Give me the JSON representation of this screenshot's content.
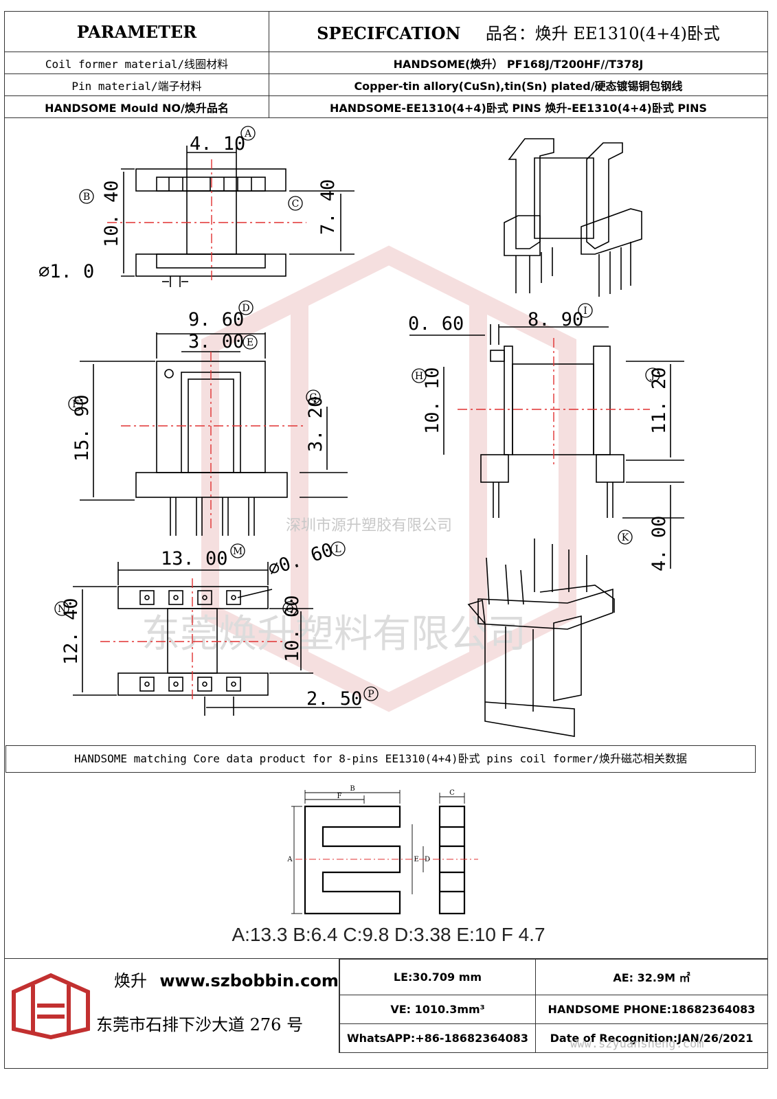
{
  "header": {
    "parameter": "PARAMETER",
    "specification": "SPECIFCATION",
    "product_name": "品名：焕升 EE1310(4+4)卧式",
    "rows": [
      {
        "label": "Coil former material/线圈材料",
        "value": "HANDSOME(焕升）  PF168J/T200HF//T378J"
      },
      {
        "label": "Pin material/端子材料",
        "value": "Copper-tin allory(CuSn),tin(Sn) plated/硬态镀锡铜包钢线"
      },
      {
        "label": "HANDSOME Mould NO/焕升品名",
        "value": "HANDSOME-EE1310(4+4)卧式  PINS    焕升-EE1310(4+4)卧式  PINS"
      }
    ]
  },
  "dimensions": {
    "A": "4. 10",
    "B": "10. 40",
    "C": "7. 40",
    "pin_dia": "⌀1. 0",
    "D": "9. 60",
    "E": "3. 00",
    "F": "15. 90",
    "G": "3. 20",
    "H": "10. 10",
    "I": "8. 90",
    "J": "11. 20",
    "K": "4. 00",
    "offset": "0. 60",
    "L": "⌀0. 60",
    "M": "13. 00",
    "N": "12. 40",
    "O": "10. 00",
    "P": "2. 50"
  },
  "labels": [
    "A",
    "B",
    "C",
    "D",
    "E",
    "F",
    "G",
    "H",
    "I",
    "J",
    "K",
    "L",
    "M",
    "N",
    "O",
    "P"
  ],
  "watermark": {
    "small": "深圳市源升塑胶有限公司",
    "large": "东莞焕升塑料有限公司",
    "url": "www.szyuansheng.com"
  },
  "core": {
    "title": "HANDSOME matching Core data  product for 8-pins EE1310(4+4)卧式 pins coil former/焕升磁芯相关数据",
    "letters": {
      "A": "A",
      "B": "B",
      "C": "C",
      "D": "D",
      "E": "E",
      "F": "F"
    },
    "values": "A:13.3 B:6.4 C:9.8 D:3.38 E:10 F 4.7"
  },
  "footer": {
    "brand_name": "焕升",
    "website": "www.szbobbin.com",
    "address": "东莞市石排下沙大道 276 号",
    "le": "LE:30.709 mm",
    "ae": "AE: 32.9M ㎡",
    "ve": "VE: 1010.3mm³",
    "phone": "HANDSOME PHONE:18682364083",
    "whatsapp": "WhatsAPP:+86-18682364083",
    "date": "Date of Recognition:JAN/26/2021"
  },
  "colors": {
    "watermark_red": "#e8b4b4",
    "centerline_red": "#e03030",
    "border": "#333333"
  }
}
